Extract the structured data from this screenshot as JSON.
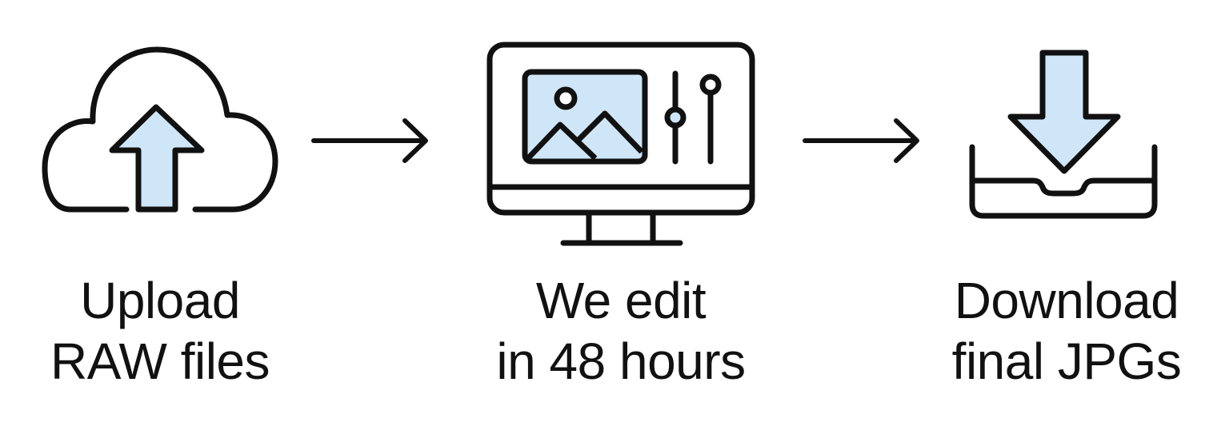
{
  "steps": [
    {
      "icon": "cloud-upload-icon",
      "line1": "Upload",
      "line2": "RAW files"
    },
    {
      "icon": "monitor-photo-edit-icon",
      "line1": "We edit",
      "line2": "in 48 hours"
    },
    {
      "icon": "download-tray-icon",
      "line1": "Download",
      "line2": "final JPGs"
    }
  ],
  "connectors": [
    "right-arrow-icon",
    "right-arrow-icon"
  ],
  "colors": {
    "stroke": "#111111",
    "fill_accent": "#cfe6f8",
    "background": "#ffffff"
  }
}
